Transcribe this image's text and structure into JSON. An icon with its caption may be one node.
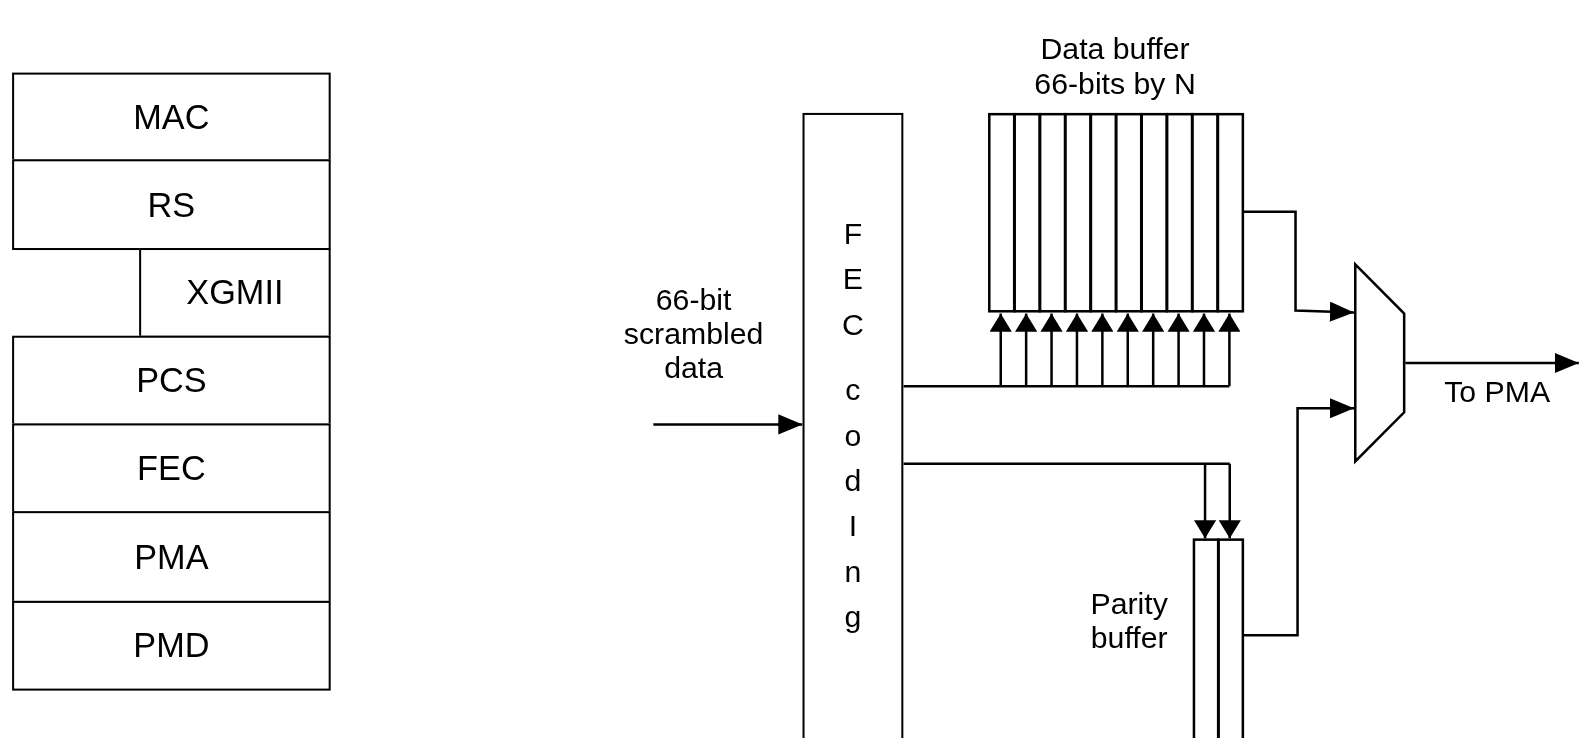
{
  "diagram": {
    "nodes": [
      {
        "text": [
          "MAC"
        ]
      },
      {
        "text": [
          "RS"
        ]
      },
      {
        "text": [
          "XGMII"
        ]
      },
      {
        "text": [
          "PCS"
        ]
      },
      {
        "text": [
          "FEC"
        ]
      },
      {
        "text": [
          "PMA"
        ]
      },
      {
        "text": [
          "PMD"
        ]
      },
      {
        "text": [
          "FEC",
          "codIng"
        ]
      },
      {
        "text": [
          "Data buffer 66-bits by N"
        ]
      },
      {
        "text": [
          "Parity buffer"
        ]
      },
      {
        "text": [],
        "shape": "trapezoid"
      }
    ],
    "edges": [
      {
        "from": null,
        "to": 7,
        "arrow": "to",
        "label": "66-bit scrambled data"
      },
      {
        "from": 7,
        "to": 8,
        "arrow": "to"
      },
      {
        "from": 7,
        "to": 9,
        "arrow": "to"
      },
      {
        "from": 8,
        "to": 10,
        "arrow": "to"
      },
      {
        "from": 9,
        "to": 10,
        "arrow": "to"
      },
      {
        "from": 10,
        "to": null,
        "arrow": "to",
        "label": "To PMA"
      }
    ]
  }
}
